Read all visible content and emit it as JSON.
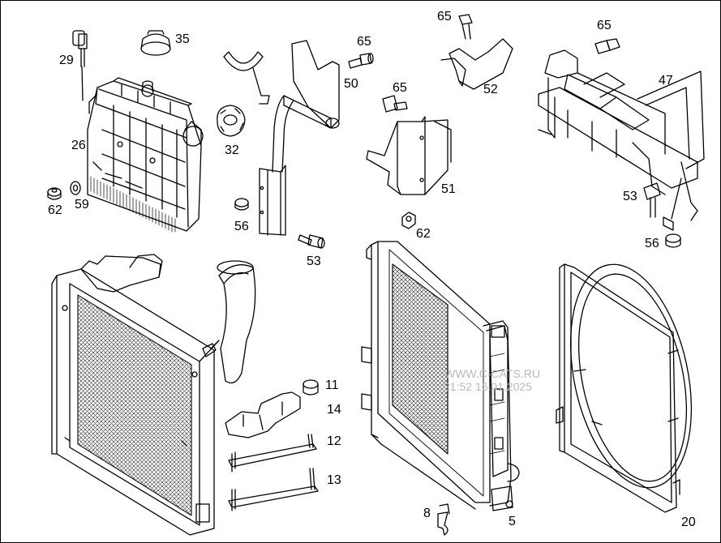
{
  "callouts": {
    "p5": "5",
    "p8": "8",
    "p11": "11",
    "p12": "12",
    "p13": "13",
    "p14": "14",
    "p20": "20",
    "p26": "26",
    "p29": "29",
    "p32": "32",
    "p35": "35",
    "p47": "47",
    "p50": "50",
    "p51": "51",
    "p52": "52",
    "p53a": "53",
    "p53b": "53",
    "p56a": "56",
    "p56b": "56",
    "p59": "59",
    "p62a": "62",
    "p62b": "62",
    "p65a": "65",
    "p65b": "65",
    "p65c": "65",
    "p65d": "65"
  },
  "watermark": {
    "site": "WWW.C-CATS.RU",
    "timestamp": "21:52 16.01.2025"
  }
}
